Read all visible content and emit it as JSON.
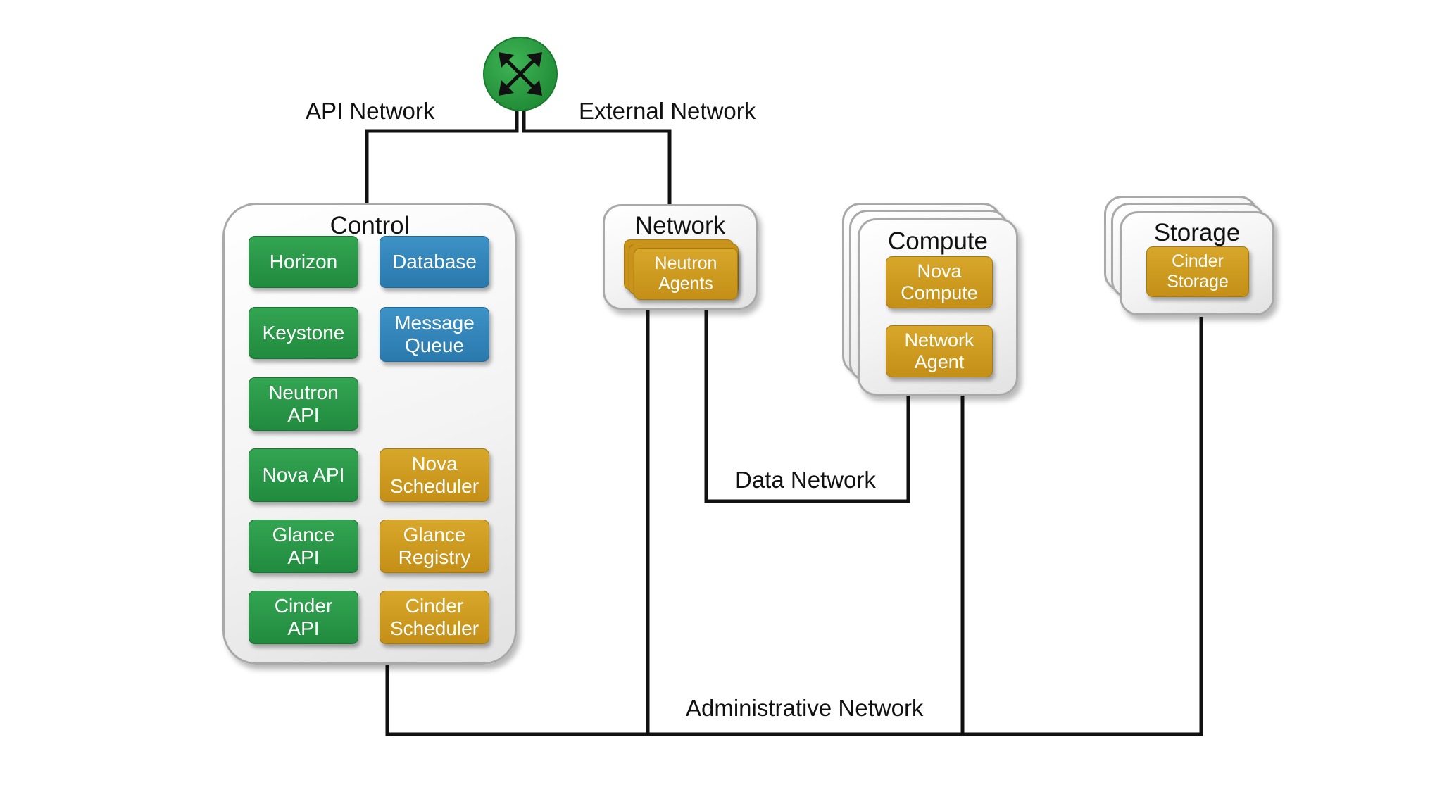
{
  "networks": {
    "api": "API Network",
    "external": "External Network",
    "data": "Data Network",
    "administrative": "Administrative Network"
  },
  "router": {
    "icon": "router-icon",
    "color": "#2a9d3e"
  },
  "nodes": {
    "control": {
      "title": "Control",
      "services": [
        {
          "label": "Horizon",
          "color": "green"
        },
        {
          "label": "Database",
          "color": "blue"
        },
        {
          "label": "Keystone",
          "color": "green"
        },
        {
          "label": "Message\nQueue",
          "color": "blue"
        },
        {
          "label": "Neutron\nAPI",
          "color": "green"
        },
        {
          "label": "Nova API",
          "color": "green"
        },
        {
          "label": "Nova\nScheduler",
          "color": "gold"
        },
        {
          "label": "Glance\nAPI",
          "color": "green"
        },
        {
          "label": "Glance\nRegistry",
          "color": "gold"
        },
        {
          "label": "Cinder\nAPI",
          "color": "green"
        },
        {
          "label": "Cinder\nScheduler",
          "color": "gold"
        }
      ]
    },
    "network": {
      "title": "Network",
      "services": [
        {
          "label": "Neutron\nAgents",
          "color": "gold"
        }
      ]
    },
    "compute": {
      "title": "Compute",
      "services": [
        {
          "label": "Nova\nCompute",
          "color": "gold"
        },
        {
          "label": "Network\nAgent",
          "color": "gold"
        }
      ]
    },
    "storage": {
      "title": "Storage",
      "services": [
        {
          "label": "Cinder\nStorage",
          "color": "gold"
        }
      ]
    }
  },
  "colors": {
    "green": "#2a9d4a",
    "blue": "#2f84b8",
    "gold": "#cf9b1f",
    "wire": "#111111",
    "node_border": "#a9a9a9"
  }
}
